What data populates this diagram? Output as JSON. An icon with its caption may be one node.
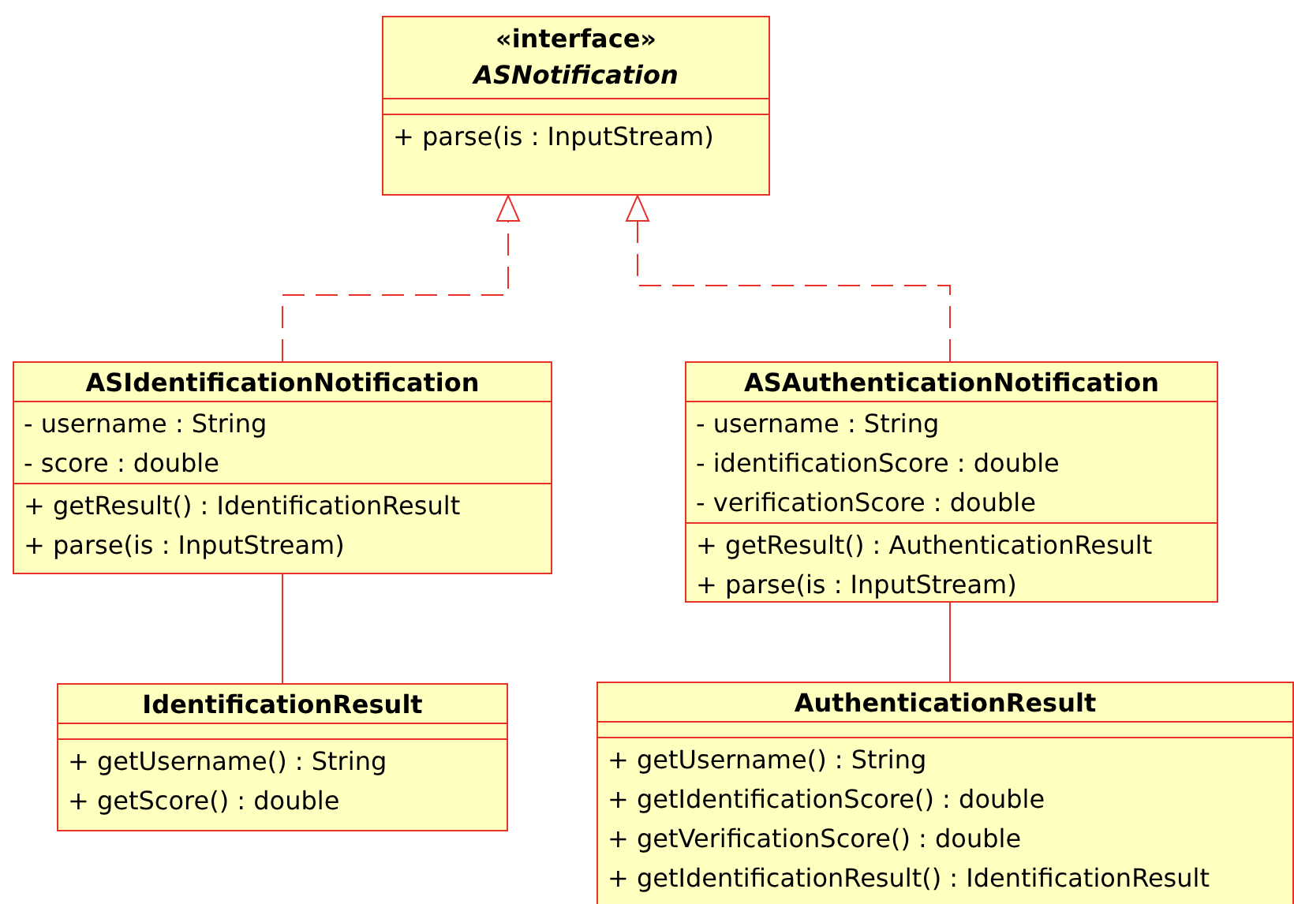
{
  "diagram": {
    "nodes": [
      {
        "text": [
          "«interface»",
          "ASNotification"
        ]
      },
      {
        "text": [],
        "shape": "box",
        "in": 0
      },
      {
        "text": [
          "+ parse(is : InputStream)"
        ],
        "in": 0
      },
      {
        "text": [
          "ASIdentificationNotification"
        ]
      },
      {
        "text": [
          "- username : String",
          "- score : double"
        ],
        "in": 3
      },
      {
        "text": [
          "+ getResult() : IdentificationResult",
          "+ parse(is : InputStream)"
        ],
        "in": 3
      },
      {
        "text": [
          "ASAuthenticationNotification"
        ]
      },
      {
        "text": [
          "- username : String",
          "- identificationScore : double",
          "- verificationScore : double"
        ],
        "in": 6
      },
      {
        "text": [
          "+ getResult() : AuthenticationResult",
          "+ parse(is : InputStream)"
        ],
        "in": 6
      },
      {
        "text": [
          "IdentificationResult"
        ]
      },
      {
        "text": [],
        "shape": "box",
        "in": 9
      },
      {
        "text": [
          "+ getUsername() : String",
          "+ getScore() : double"
        ],
        "in": 9
      },
      {
        "text": [
          "AuthenticationResult"
        ]
      },
      {
        "text": [],
        "shape": "box",
        "in": 12
      },
      {
        "text": [
          "+ getUsername() : String",
          "+ getIdentificationScore() : double",
          "+ getVerificationScore() : double",
          "+ getIdentificationResult() : IdentificationResult"
        ],
        "in": 12
      }
    ],
    "edges": [
      {
        "from": 3,
        "to": 0,
        "arrow": "to",
        "style": "dashed"
      },
      {
        "from": 6,
        "to": 0,
        "arrow": "to",
        "style": "dashed"
      },
      {
        "from": 3,
        "to": 9,
        "arrow": "none"
      },
      {
        "from": 6,
        "to": 12,
        "arrow": "none"
      }
    ]
  }
}
